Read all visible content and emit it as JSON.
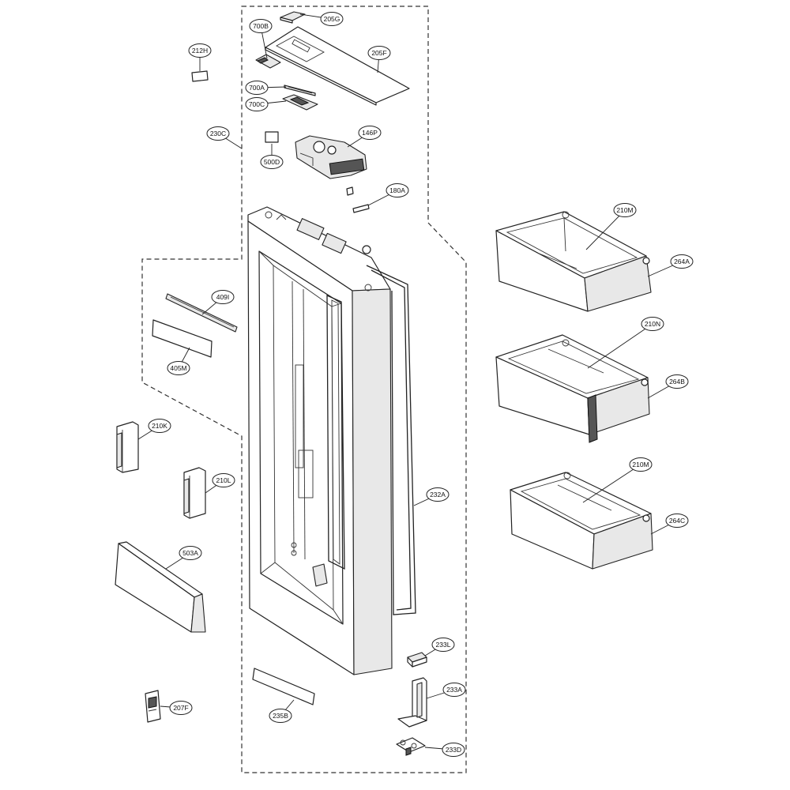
{
  "diagram": {
    "colors": {
      "stroke": "#222222",
      "background": "#ffffff",
      "callout_fill": "#ffffff"
    },
    "callouts": [
      {
        "id": "205G",
        "label": "205G"
      },
      {
        "id": "700B",
        "label": "700B"
      },
      {
        "id": "205F",
        "label": "205F"
      },
      {
        "id": "212H",
        "label": "212H"
      },
      {
        "id": "700A",
        "label": "700A"
      },
      {
        "id": "700C",
        "label": "700C"
      },
      {
        "id": "230C",
        "label": "230C"
      },
      {
        "id": "146P",
        "label": "146P"
      },
      {
        "id": "500D",
        "label": "500D"
      },
      {
        "id": "180A",
        "label": "180A"
      },
      {
        "id": "210M_top",
        "label": "210M"
      },
      {
        "id": "264A",
        "label": "264A"
      },
      {
        "id": "409I",
        "label": "409I"
      },
      {
        "id": "210N",
        "label": "210N"
      },
      {
        "id": "405M",
        "label": "405M"
      },
      {
        "id": "264B",
        "label": "264B"
      },
      {
        "id": "210K",
        "label": "210K"
      },
      {
        "id": "210L",
        "label": "210L"
      },
      {
        "id": "210M_bottom",
        "label": "210M"
      },
      {
        "id": "232A",
        "label": "232A"
      },
      {
        "id": "264C",
        "label": "264C"
      },
      {
        "id": "503A",
        "label": "503A"
      },
      {
        "id": "233L",
        "label": "233L"
      },
      {
        "id": "233A",
        "label": "233A"
      },
      {
        "id": "207F",
        "label": "207F"
      },
      {
        "id": "235B",
        "label": "235B"
      },
      {
        "id": "233D",
        "label": "233D"
      }
    ]
  }
}
